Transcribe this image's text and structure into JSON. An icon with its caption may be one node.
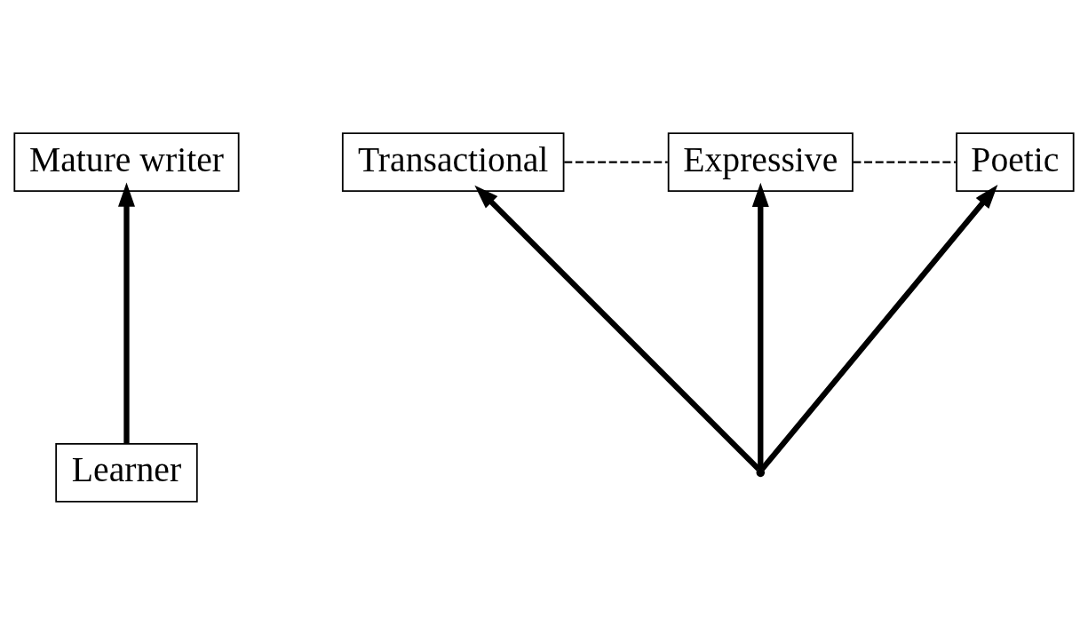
{
  "diagram": {
    "nodes": [
      {
        "text": [
          "Mature writer"
        ]
      },
      {
        "text": [
          "Transactional"
        ]
      },
      {
        "text": [
          "Expressive"
        ]
      },
      {
        "text": [
          "Poetic"
        ]
      },
      {
        "text": [
          "Learner"
        ]
      },
      {
        "text": [],
        "shape": "point"
      }
    ],
    "edges": [
      {
        "from": 4,
        "to": 0,
        "arrow": "to"
      },
      {
        "from": 1,
        "to": 2,
        "arrow": "none",
        "style": "dashed"
      },
      {
        "from": 2,
        "to": 3,
        "arrow": "none",
        "style": "dashed"
      },
      {
        "from": 5,
        "to": 1,
        "arrow": "to"
      },
      {
        "from": 5,
        "to": 2,
        "arrow": "to"
      },
      {
        "from": 5,
        "to": 3,
        "arrow": "to"
      }
    ]
  }
}
